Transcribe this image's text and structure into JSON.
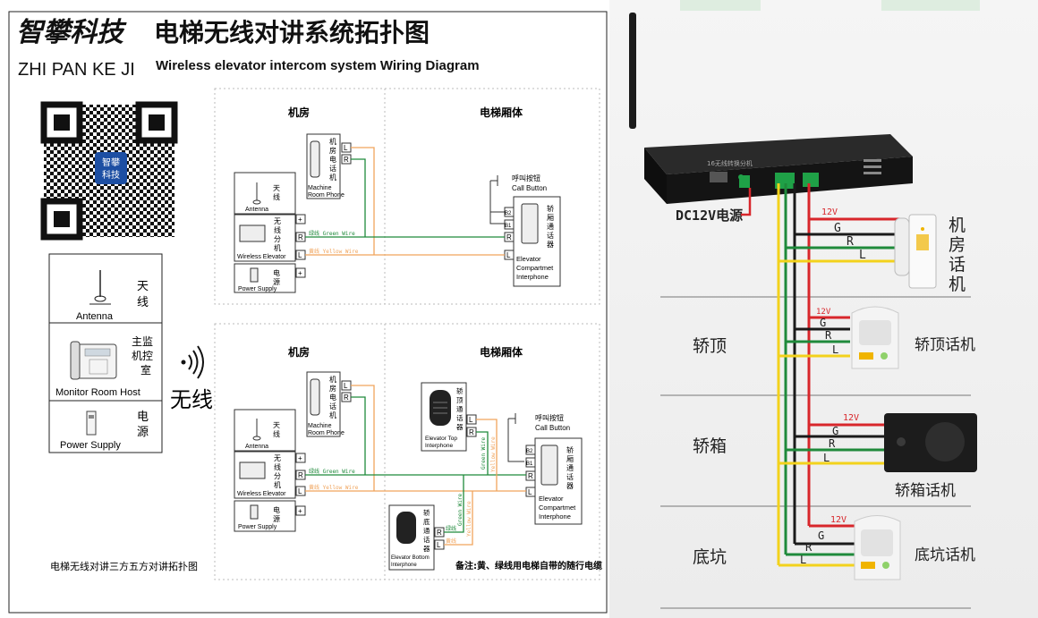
{
  "header": {
    "brand_cn": "智攀科技",
    "title_cn": "电梯无线对讲系统拓扑图",
    "brand_en": "ZHI PAN KE JI",
    "title_en": "Wireless elevator intercom system Wiring Diagram"
  },
  "qr": {
    "logo_line1": "智攀",
    "logo_line2": "科技"
  },
  "left_legend": {
    "antenna_cn": [
      "天",
      "线"
    ],
    "antenna_en": "Antenna",
    "monitor_cn": [
      "主监",
      "机控",
      "室"
    ],
    "monitor_en": "Monitor Room Host",
    "power_cn": [
      "电",
      "源"
    ],
    "power_en": "Power Supply"
  },
  "wireless": {
    "label": "无线",
    "icon": "wireless-signal-icon"
  },
  "diagram_top": {
    "machine_room": "机房",
    "car": "电梯厢体",
    "machine_phone_cn": [
      "机",
      "房",
      "电",
      "话",
      "机"
    ],
    "machine_phone_en": [
      "Machine",
      "Room Phone"
    ],
    "antenna_cn": [
      "天",
      "线"
    ],
    "antenna_en": "Antenna",
    "splitter_cn": [
      "无",
      "线",
      "分",
      "机"
    ],
    "splitter_en": "Wireless Elevator",
    "power_cn": [
      "电",
      "源"
    ],
    "power_en": "Power Supply",
    "call_button_cn": "呼叫按钮",
    "call_button_en": "Call Button",
    "car_phone_cn": [
      "轿",
      "厢",
      "通",
      "话",
      "器"
    ],
    "car_phone_en": [
      "Elevator",
      "Compartmet",
      "Interphone"
    ],
    "green_wire": "绿线  Green Wire",
    "yellow_wire": "黄线  Yellow Wire"
  },
  "diagram_bottom": {
    "machine_room": "机房",
    "car": "电梯厢体",
    "top_phone_cn": [
      "轿",
      "顶",
      "通",
      "话",
      "器"
    ],
    "top_phone_en": [
      "Elevator Top",
      "Interphone"
    ],
    "bottom_phone_cn": [
      "轿",
      "底",
      "通",
      "话",
      "器"
    ],
    "bottom_phone_en": [
      "Elevator Bottom",
      "Interphone"
    ],
    "note": "备注:黄、绿线用电梯自带的随行电缆",
    "green_wire_short": "绿线",
    "yellow_wire_short": "黄线",
    "green_wire_en": "Green Wire",
    "yellow_wire_en": "Yellow Wire"
  },
  "caption": "电梯无线对讲三方五方对讲拓扑图",
  "terminals": {
    "L": "L",
    "R": "R",
    "B1": "B1",
    "B2": "B2",
    "plus": "+"
  },
  "photo_panel": {
    "dc_label": "DC12V电源",
    "device_label": "16无线转换分机",
    "v12": "12V",
    "g": "G",
    "r": "R",
    "l": "L",
    "machine_room_phone": [
      "机",
      "房",
      "话",
      "机"
    ],
    "car_top_zone": "轿顶",
    "car_top_phone": "轿顶话机",
    "car_zone": "轿箱",
    "car_phone": "轿箱话机",
    "pit_zone": "底坑",
    "pit_phone": "底坑话机",
    "colors": {
      "red": "#d8262b",
      "green": "#1f8a3b",
      "black": "#1a1a1a",
      "yellow": "#f3d21c",
      "orange": "#f0a45c"
    }
  }
}
